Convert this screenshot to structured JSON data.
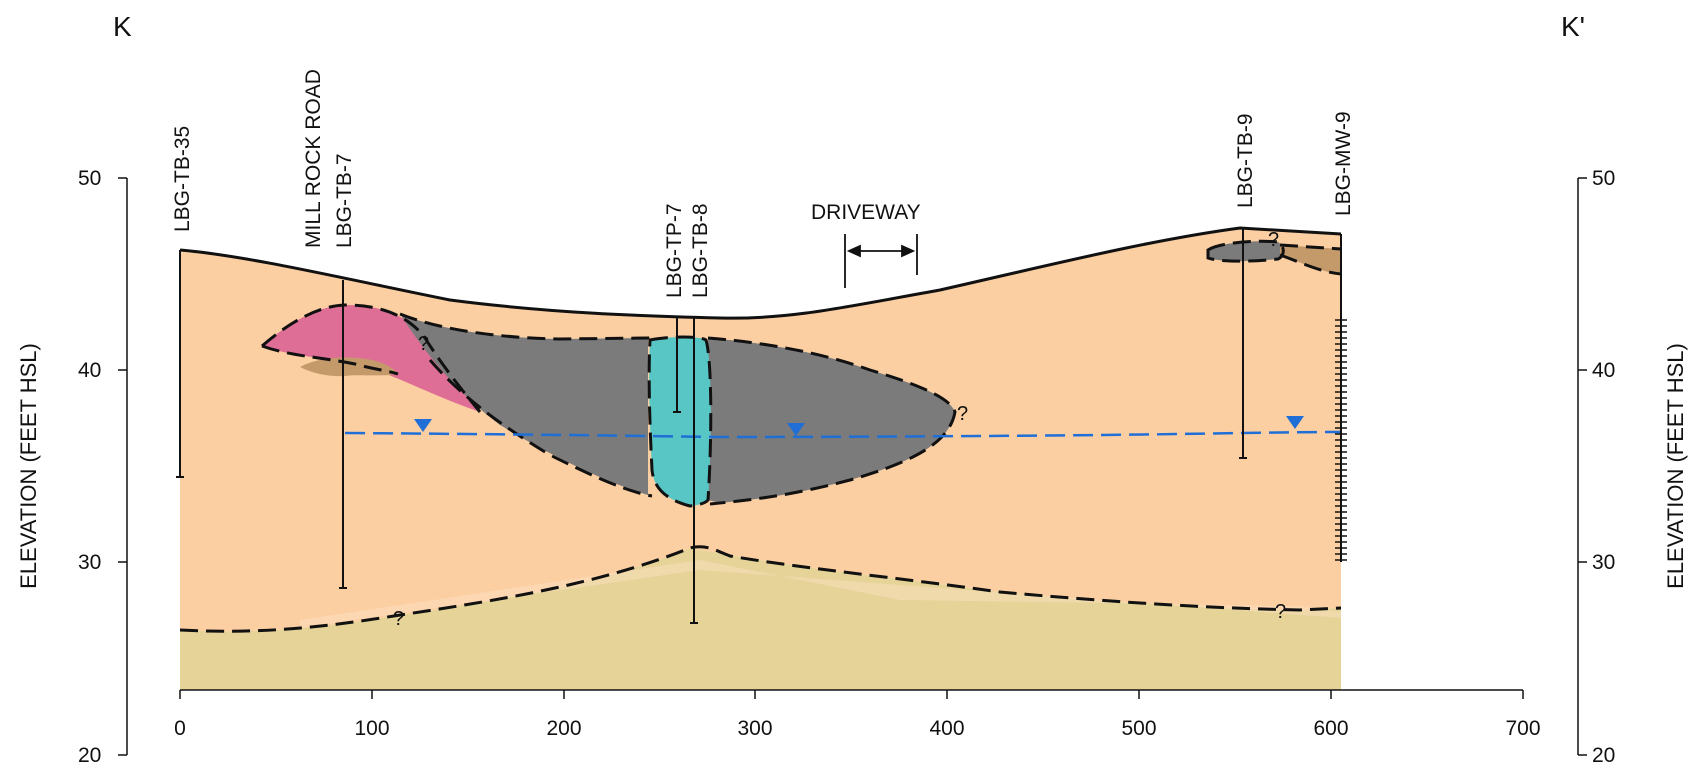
{
  "section": {
    "start_label": "K",
    "end_label": "K'",
    "left_axis_title": "ELEVATION (FEET HSL)",
    "right_axis_title": "ELEVATION (FEET HSL)",
    "elevation_ticks": [
      "50",
      "40",
      "30",
      "20"
    ],
    "distance_ticks": [
      "0",
      "100",
      "200",
      "300",
      "400",
      "500",
      "600",
      "700"
    ],
    "driveway_label": "DRIVEWAY",
    "road_label": "MILL ROCK ROAD",
    "uncertain_marker": "?"
  },
  "borings": [
    {
      "label": "LBG-TB-35",
      "station": 0,
      "top_elev": 46.2,
      "bottom_elev": 34.4
    },
    {
      "label": "LBG-TB-7",
      "station": 85,
      "top_elev": 44.6,
      "bottom_elev": 28.6
    },
    {
      "label": "LBG-TP-7",
      "station": 259,
      "top_elev": 42.8,
      "bottom_elev": 37.8
    },
    {
      "label": "LBG-TB-8",
      "station": 268,
      "top_elev": 42.8,
      "bottom_elev": 26.8
    },
    {
      "label": "LBG-TB-9",
      "station": 554,
      "top_elev": 47.4,
      "bottom_elev": 35.4
    },
    {
      "label": "LBG-MW-9",
      "station": 605,
      "top_elev": 47.0,
      "bottom_elev": 30.0
    }
  ],
  "colors": {
    "fill_sand": "#fccfa2",
    "fill_lower": "#e6d398",
    "fill_gray": "#7b7b7b",
    "fill_pink": "#df6e96",
    "fill_cyan": "#57c6c4",
    "fill_brown": "#c49a6a",
    "water_table": "#1f6fd6",
    "line": "#111111"
  }
}
